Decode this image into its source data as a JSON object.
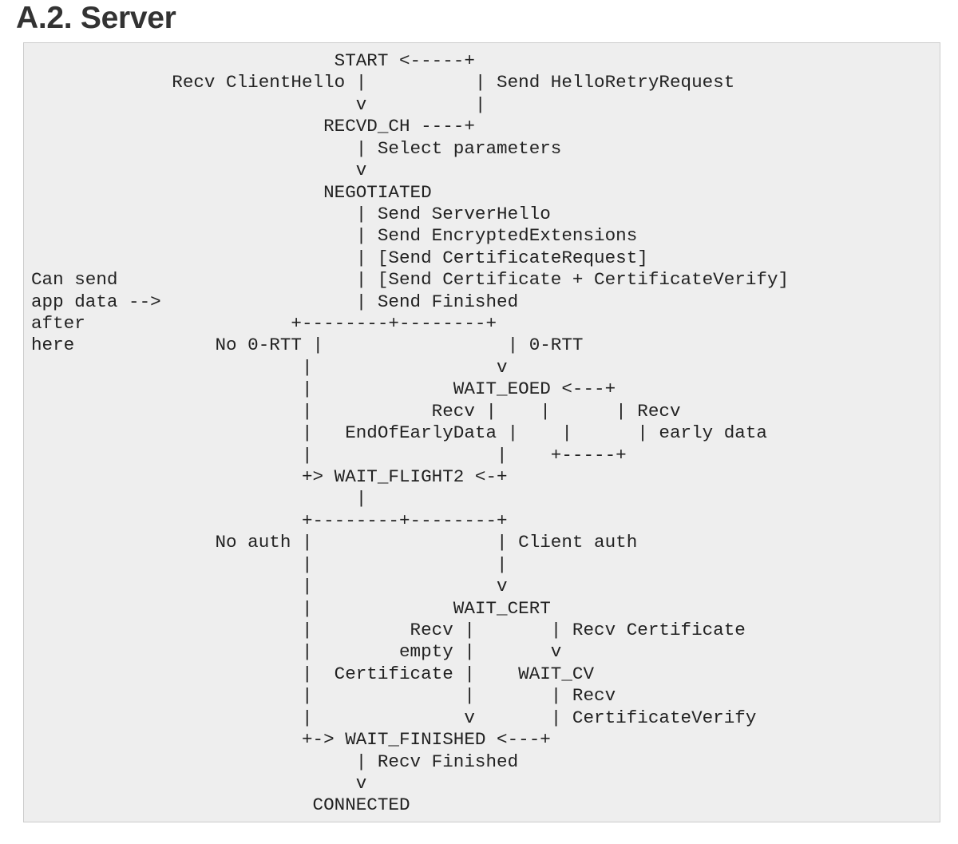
{
  "heading": "A.2. Server",
  "diagram": {
    "lines": [
      "                            START <-----+",
      "             Recv ClientHello |          | Send HelloRetryRequest",
      "                              v          |",
      "                           RECVD_CH ----+",
      "                              | Select parameters",
      "                              v",
      "                           NEGOTIATED",
      "                              | Send ServerHello",
      "                              | Send EncryptedExtensions",
      "                              | [Send CertificateRequest]",
      "Can send                      | [Send Certificate + CertificateVerify]",
      "app data -->                  | Send Finished",
      "after                   +--------+--------+",
      "here             No 0-RTT |                 | 0-RTT",
      "                         |                 v",
      "                         |             WAIT_EOED <---+",
      "                         |           Recv |    |      | Recv",
      "                         |   EndOfEarlyData |    |      | early data",
      "                         |                 |    +-----+",
      "                         +> WAIT_FLIGHT2 <-+",
      "                              |",
      "                         +--------+--------+",
      "                 No auth |                 | Client auth",
      "                         |                 |",
      "                         |                 v",
      "                         |             WAIT_CERT",
      "                         |         Recv |       | Recv Certificate",
      "                         |        empty |       v",
      "                         |  Certificate |    WAIT_CV",
      "                         |              |       | Recv",
      "                         |              v       | CertificateVerify",
      "                         +-> WAIT_FINISHED <---+",
      "                              | Recv Finished",
      "                              v",
      "                          CONNECTED"
    ]
  }
}
